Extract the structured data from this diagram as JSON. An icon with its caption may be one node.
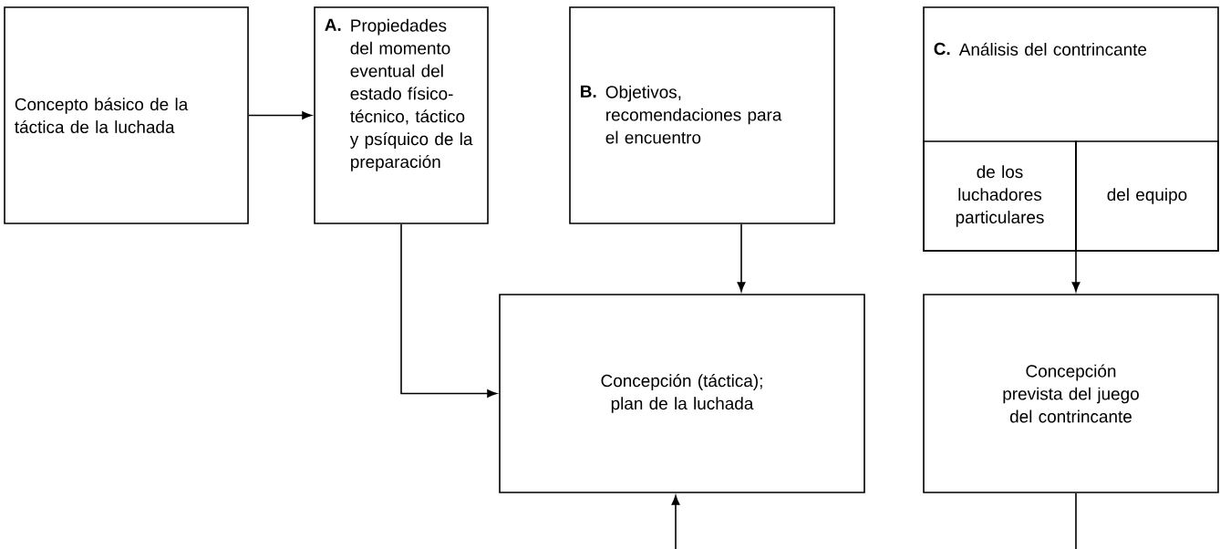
{
  "diagram": {
    "nodes": [
      {
        "text": [
          "Concepto básico de la táctica de la luchada"
        ]
      },
      {
        "text": [
          "A.",
          "Propiedades del momento eventual del estado físico-técnico, táctico y psíquico de la preparación"
        ]
      },
      {
        "text": [
          "B.",
          "Objetivos, recomendaciones para el encuentro"
        ]
      },
      {
        "text": [
          "Concepción (táctica); plan de la luchada"
        ]
      },
      {
        "text": [
          "C.",
          "Análisis del contrincante"
        ]
      },
      {
        "text": [
          "de los luchadores particulares"
        ],
        "in": 4
      },
      {
        "text": [
          "del equipo"
        ],
        "in": 4
      },
      {
        "text": [
          "Concepción prevista del juego del contrincante"
        ]
      }
    ],
    "edges": [
      {
        "from": 0,
        "to": 1,
        "arrow": "to"
      },
      {
        "from": 1,
        "to": 3,
        "arrow": "to"
      },
      {
        "from": 2,
        "to": 3,
        "arrow": "to"
      },
      {
        "from": 4,
        "to": 7,
        "arrow": "to"
      },
      {
        "from": null,
        "to": 3,
        "arrow": "to"
      },
      {
        "from": 7,
        "to": null,
        "arrow": "none"
      }
    ]
  }
}
